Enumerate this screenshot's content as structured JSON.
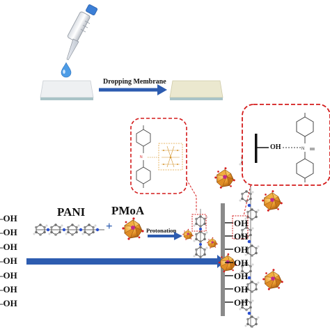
{
  "top": {
    "step_label": "Dropping Membrane"
  },
  "middle": {
    "pani_label": "PANI",
    "pmoa_label": "PMoA",
    "plus": "+",
    "protonation_label": "Protonation"
  },
  "left_oh": [
    "–OH",
    "–OH",
    "–OH",
    "–OH",
    "–OH",
    "–OH",
    "–OH"
  ],
  "right_oh": [
    "OH",
    "OH",
    "OH",
    "OH",
    "OH",
    "OH",
    "OH"
  ],
  "zoom": {
    "oh_label": "OH"
  },
  "colors": {
    "arrow_blue": "#2d5cb0",
    "dashed_red": "#d41b1b",
    "membrane_white": "#eef0f2",
    "membrane_coated": "#ebe8cf",
    "pmoa_orange": "#e89a2c",
    "wall_gray": "#8a8a8a",
    "pipette_blue": "#3b7fd6"
  },
  "icons": [
    "pipette-icon",
    "droplet-icon",
    "pmoa-cluster-icon",
    "pani-chain-icon",
    "phenyl-ring-icon"
  ]
}
